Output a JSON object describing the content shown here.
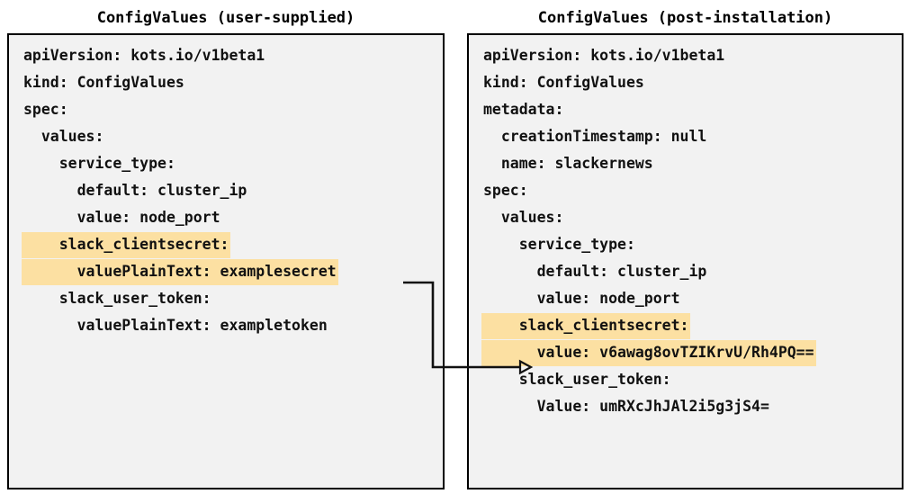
{
  "panels": {
    "left": {
      "title": "ConfigValues (user-supplied)",
      "lines": [
        {
          "text": "apiVersion: kots.io/v1beta1",
          "highlight": false
        },
        {
          "text": "kind: ConfigValues",
          "highlight": false
        },
        {
          "text": "spec:",
          "highlight": false
        },
        {
          "text": "  values:",
          "highlight": false
        },
        {
          "text": "    service_type:",
          "highlight": false
        },
        {
          "text": "      default: cluster_ip",
          "highlight": false
        },
        {
          "text": "      value: node_port",
          "highlight": false
        },
        {
          "text": "    slack_clientsecret:",
          "highlight": true
        },
        {
          "text": "      valuePlainText: examplesecret",
          "highlight": true
        },
        {
          "text": "    slack_user_token:",
          "highlight": false
        },
        {
          "text": "      valuePlainText: exampletoken",
          "highlight": false
        }
      ]
    },
    "right": {
      "title": "ConfigValues (post-installation)",
      "lines": [
        {
          "text": "apiVersion: kots.io/v1beta1",
          "highlight": false
        },
        {
          "text": "kind: ConfigValues",
          "highlight": false
        },
        {
          "text": "metadata:",
          "highlight": false
        },
        {
          "text": "  creationTimestamp: null",
          "highlight": false
        },
        {
          "text": "  name: slackernews",
          "highlight": false
        },
        {
          "text": "spec:",
          "highlight": false
        },
        {
          "text": "  values:",
          "highlight": false
        },
        {
          "text": "    service_type:",
          "highlight": false
        },
        {
          "text": "      default: cluster_ip",
          "highlight": false
        },
        {
          "text": "      value: node_port",
          "highlight": false
        },
        {
          "text": "    slack_clientsecret:",
          "highlight": true
        },
        {
          "text": "      value: v6awag8ovTZIKrvU/Rh4PQ==",
          "highlight": true
        },
        {
          "text": "    slack_user_token:",
          "highlight": false
        },
        {
          "text": "      Value: umRXcJhJAl2i5g3jS4=",
          "highlight": false
        }
      ]
    }
  },
  "connector": {
    "label": "secret-transform-arrow",
    "from_line": "      valuePlainText: examplesecret",
    "to_line": "      value: v6awag8ovTZIKrvU/Rh4PQ=="
  },
  "colors": {
    "highlight": "#fce0a2",
    "panel_background": "#f2f2f2",
    "panel_border": "#000000",
    "text": "#111111",
    "connector": "#111111"
  }
}
